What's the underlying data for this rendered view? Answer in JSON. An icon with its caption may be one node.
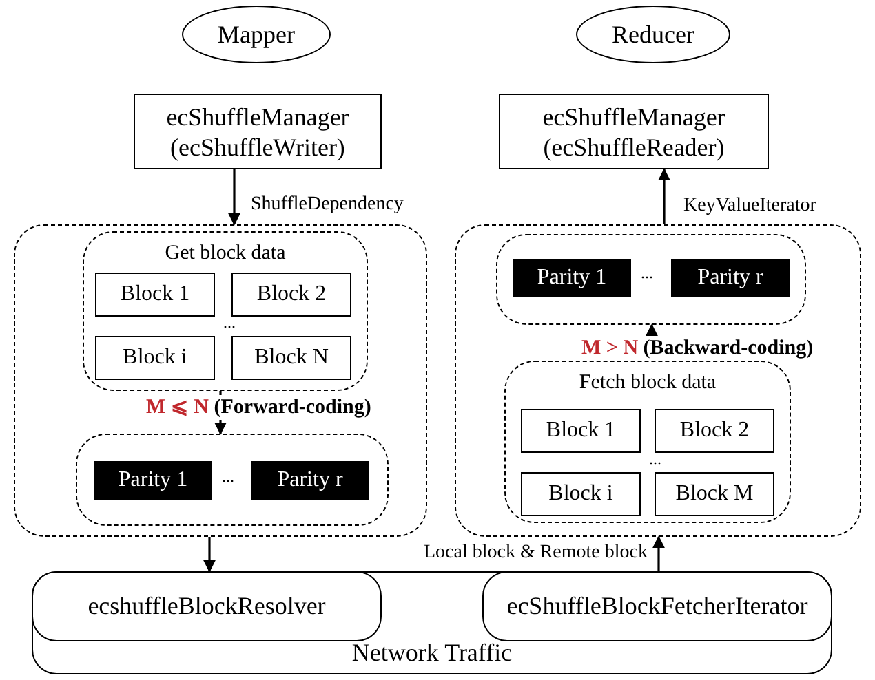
{
  "diagram": {
    "nodes": [
      {
        "text": [
          "Mapper"
        ]
      },
      {
        "text": [
          "ecShuffleManager (ecShuffleWriter)"
        ]
      },
      {
        "text": [],
        "shape": "box"
      },
      {
        "text": [
          "Get block data"
        ],
        "in": 2
      },
      {
        "text": [
          "Block 1"
        ],
        "in": 3
      },
      {
        "text": [
          "Block 2"
        ],
        "in": 3
      },
      {
        "text": [
          "Block i"
        ],
        "in": 3
      },
      {
        "text": [
          "Block N"
        ],
        "in": 3
      },
      {
        "text": [],
        "shape": "box",
        "in": 2
      },
      {
        "text": [
          "Parity 1"
        ],
        "in": 8
      },
      {
        "text": [
          "Parity r"
        ],
        "in": 8
      },
      {
        "text": [
          "Reducer"
        ]
      },
      {
        "text": [
          "ecShuffleManager (ecShuffleReader)"
        ]
      },
      {
        "text": [],
        "shape": "box"
      },
      {
        "text": [],
        "shape": "box",
        "in": 13
      },
      {
        "text": [
          "Parity 1"
        ],
        "in": 14
      },
      {
        "text": [
          "Parity r"
        ],
        "in": 14
      },
      {
        "text": [
          "Fetch block data"
        ],
        "in": 13
      },
      {
        "text": [
          "Block 1"
        ],
        "in": 17
      },
      {
        "text": [
          "Block 2"
        ],
        "in": 17
      },
      {
        "text": [
          "Block i"
        ],
        "in": 17
      },
      {
        "text": [
          "Block M"
        ],
        "in": 17
      },
      {
        "text": [
          "Network Traffic"
        ]
      },
      {
        "text": [
          "ecshuffleBlockResolver"
        ],
        "in": 22
      },
      {
        "text": [
          "ecShuffleBlockFetcherIterator"
        ],
        "in": 22
      }
    ],
    "edges": [
      {
        "from": 1,
        "to": 2,
        "arrow": "to",
        "label": "ShuffleDependency"
      },
      {
        "from": 3,
        "to": 8,
        "arrow": "to",
        "label": "**M ⩽ N** (Forward-coding)"
      },
      {
        "from": 2,
        "to": 23,
        "arrow": "to"
      },
      {
        "from": 13,
        "to": 12,
        "arrow": "to",
        "label": "KeyValueIterator"
      },
      {
        "from": 17,
        "to": 14,
        "arrow": "to",
        "label": "**M > N** (Backward-coding)"
      },
      {
        "from": 24,
        "to": 13,
        "arrow": "to",
        "label": "Local block & Remote block"
      }
    ],
    "labels": [
      "...",
      "...",
      "...",
      "..."
    ]
  }
}
